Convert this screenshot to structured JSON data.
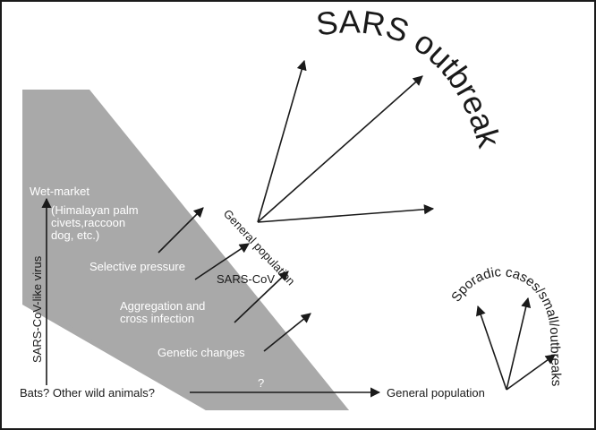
{
  "diagram": {
    "frame_color": "#1a1a1a",
    "band_color": "#a9a9a9",
    "ink_color": "#1a1a1a",
    "label_on_band_color": "#ffffff",
    "title": "SARS outbreak",
    "general_population_top": "General population",
    "sporadic": "Sporadic cases/small/outbreaks",
    "wet_market": "Wet-market",
    "wet_market_note_1": "(Himalayan palm",
    "wet_market_note_2": "civets,raccoon",
    "wet_market_note_3": "dog, etc.)",
    "vertical_axis": "SARS-CoV-like virus",
    "selective_pressure": "Selective pressure",
    "sars_cov": "SARS-CoV",
    "aggregation_1": "Aggregation and",
    "aggregation_2": "cross infection",
    "genetic_changes": "Genetic changes",
    "bats": "Bats? Other wild animals?",
    "question": "?",
    "general_population_bottom": "General population"
  }
}
